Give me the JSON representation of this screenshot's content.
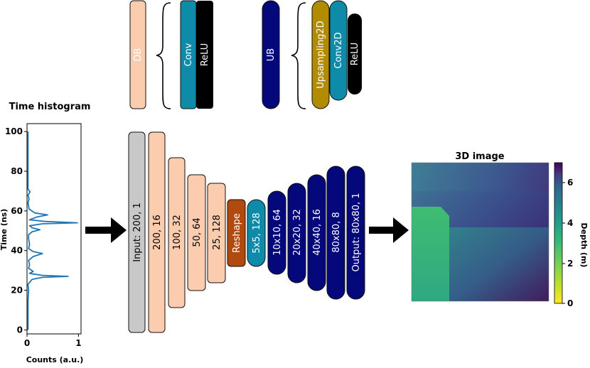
{
  "colors": {
    "db": "#fbccae",
    "conv": "#0d8ba8",
    "relu": "#000000",
    "ub": "#05087a",
    "upsampling": "#b28b00",
    "input": "#c8c8c8",
    "reshape": "#b04a0e",
    "histogram_line": "#1f77b4",
    "arrow": "#000000"
  },
  "legend": {
    "db_label": "DB",
    "conv_label": "Conv",
    "relu_label": "ReLU",
    "ub_label": "UB",
    "upsampling_label": "Upsampling2D",
    "conv2d_label": "Conv2D",
    "relu2_label": "ReLU"
  },
  "histogram": {
    "title": "Time histogram",
    "xlabel": "Counts (a.u.)",
    "ylabel": "Time (ns)",
    "xticks": [
      "0",
      "1"
    ],
    "yticks": [
      "0",
      "20",
      "40",
      "60",
      "80",
      "100"
    ]
  },
  "network": {
    "blocks": [
      {
        "label": "Input: 200, 1",
        "kind": "input"
      },
      {
        "label": "200, 16",
        "kind": "db"
      },
      {
        "label": "100, 32",
        "kind": "db"
      },
      {
        "label": "50, 64",
        "kind": "db"
      },
      {
        "label": "25, 128",
        "kind": "db"
      },
      {
        "label": "Reshape",
        "kind": "reshape"
      },
      {
        "label": "5x5, 128",
        "kind": "conv"
      },
      {
        "label": "10x10, 64",
        "kind": "ub"
      },
      {
        "label": "20x20, 32",
        "kind": "ub"
      },
      {
        "label": "40x40, 16",
        "kind": "ub"
      },
      {
        "label": "80x80, 8",
        "kind": "ub"
      },
      {
        "label": "Output: 80x80, 1",
        "kind": "ub"
      }
    ]
  },
  "depth_image": {
    "title": "3D image",
    "colorbar_label": "Depth (m)",
    "colorbar_ticks": [
      "0",
      "2",
      "4",
      "6"
    ]
  },
  "chart_data": {
    "type": "line",
    "title": "Time histogram",
    "xlabel": "Counts (a.u.)",
    "ylabel": "Time (ns)",
    "xlim": [
      0,
      1.05
    ],
    "ylim": [
      -2,
      104
    ],
    "orientation": "vertical-time-axis",
    "series": [
      {
        "points": [
          [
            0.02,
            0
          ],
          [
            0.02,
            15
          ],
          [
            0.03,
            20
          ],
          [
            0.02,
            23
          ],
          [
            0.1,
            25.5
          ],
          [
            0.3,
            26.5
          ],
          [
            0.8,
            27
          ],
          [
            0.3,
            27.5
          ],
          [
            0.05,
            28.5
          ],
          [
            0.12,
            29.5
          ],
          [
            0.03,
            31
          ],
          [
            0.05,
            33
          ],
          [
            0.03,
            35
          ],
          [
            0.12,
            37
          ],
          [
            0.3,
            38.5
          ],
          [
            0.12,
            39.5
          ],
          [
            0.03,
            41
          ],
          [
            0.05,
            43
          ],
          [
            0.03,
            46
          ],
          [
            0.03,
            48
          ],
          [
            0.1,
            49.5
          ],
          [
            0.25,
            50.5
          ],
          [
            0.1,
            51.5
          ],
          [
            0.05,
            52.5
          ],
          [
            0.3,
            53.5
          ],
          [
            0.98,
            54
          ],
          [
            0.35,
            54.7
          ],
          [
            0.05,
            55.5
          ],
          [
            0.2,
            57
          ],
          [
            0.4,
            58
          ],
          [
            0.15,
            59
          ],
          [
            0.04,
            61
          ],
          [
            0.02,
            64
          ],
          [
            0.04,
            66
          ],
          [
            0.02,
            68
          ],
          [
            0.06,
            69.5
          ],
          [
            0.02,
            71
          ],
          [
            0.02,
            100
          ]
        ]
      }
    ]
  }
}
